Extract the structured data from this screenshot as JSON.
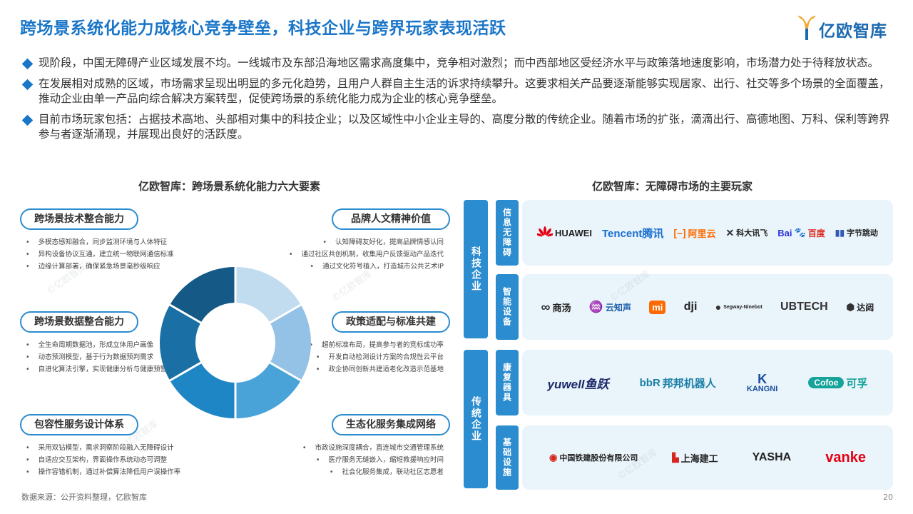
{
  "title": "跨场景系统化能力成核心竞争壁垒，科技企业与跨界玩家表现活跃",
  "logo": {
    "text": "亿欧智库"
  },
  "bullets": [
    "现阶段，中国无障碍产业区域发展不均。一线城市及东部沿海地区需求高度集中，竞争相对激烈；而中西部地区受经济水平与政策落地速度影响，市场潜力处于待释放状态。",
    "在发展相对成熟的区域，市场需求呈现出明显的多元化趋势，且用户人群自主生活的诉求持续攀升。这要求相关产品要逐渐能够实现居家、出行、社交等多个场景的全面覆盖，推动企业由单一产品向综合解决方案转型，促使跨场景的系统化能力成为企业的核心竞争壁垒。",
    "目前市场玩家包括：占据技术高地、头部相对集中的科技企业；以及区域性中小企业主导的、高度分散的传统企业。随着市场的扩张，滴滴出行、高德地图、万科、保利等跨界参与者逐渐涌现，并展现出良好的活跃度。"
  ],
  "left_section": {
    "title": "亿欧智库：跨场景系统化能力六大要素",
    "elements": [
      {
        "name": "跨场景技术整合能力",
        "items": [
          "多模态感知融合，同步监测环境与人体特征",
          "异构设备协议互通，建立统一物联网通信标准",
          "边缘计算部署，确保紧急场景毫秒级响应"
        ]
      },
      {
        "name": "跨场景数据整合能力",
        "items": [
          "全生命周期数据池，形成立体用户画像",
          "动态预测模型，基于行为数据预判需求",
          "自进化算法引擎，实现健康分析与健康预警"
        ]
      },
      {
        "name": "包容性服务设计体系",
        "items": [
          "采用双钻模型，需求洞察阶段融入无障碍设计",
          "自适应交互架构，界面操作系统动态可调整",
          "操作容错机制，通过补偿算法降低用户误操作率"
        ]
      },
      {
        "name": "品牌人文精神价值",
        "items": [
          "认知障碍友好化，提高品牌情感认同",
          "通过社区共创机制，收集用户反馈驱动产品迭代",
          "通过文化符号植入，打造城市公共艺术IP"
        ]
      },
      {
        "name": "政策适配与标准共建",
        "items": [
          "超前标准布局，提高参与者的竞标成功率",
          "开发自动检测设计方案的合规性云平台",
          "政企协同创新共建适老化改造示范基地"
        ]
      },
      {
        "name": "生态化服务集成网络",
        "items": [
          "市政设施深度耦合，直连城市交通管理系统",
          "医疗服务无缝嵌入，缩短救援响应时间",
          "社会化服务集成，联动社区志愿者"
        ]
      }
    ],
    "donut": {
      "segments": [
        1,
        1,
        1,
        1,
        1,
        1
      ],
      "colors": [
        "#c2dcef",
        "#94c2e6",
        "#4aa3d8",
        "#1f86c6",
        "#1a6fa5",
        "#155a87"
      ]
    }
  },
  "right_section": {
    "title": "亿欧智库：无障碍市场的主要玩家",
    "categories": [
      {
        "name": "科技企业",
        "subs": [
          {
            "name": "信息无障碍",
            "brands": [
              {
                "icon": "huawei-logo-icon",
                "text": "HUAWEI",
                "color": "#222222"
              },
              {
                "icon": "tencent-logo-icon",
                "text": "Tencent腾讯",
                "color": "#1a6fd0"
              },
              {
                "icon": "alibaba-cloud-logo-icon",
                "text": "阿里云",
                "color": "#ff6a00"
              },
              {
                "icon": "iflytek-logo-icon",
                "text": "科大讯飞",
                "color": "#222222"
              },
              {
                "icon": "baidu-logo-icon",
                "text": "百度",
                "color": "#de2a1c"
              },
              {
                "icon": "bytedance-logo-icon",
                "text": "字节跳动",
                "color": "#222222"
              }
            ]
          },
          {
            "name": "智能设备",
            "brands": [
              {
                "icon": "sensetime-logo-icon",
                "text": "商汤",
                "color": "#222222"
              },
              {
                "icon": "unisound-logo-icon",
                "text": "云知声",
                "color": "#1a5ea8"
              },
              {
                "icon": "xiaomi-logo-icon",
                "text": "mi",
                "color": "#ff6900"
              },
              {
                "icon": "dji-logo-icon",
                "text": "dji",
                "color": "#222222"
              },
              {
                "icon": "segway-logo-icon",
                "text": "Segway-Ninebot",
                "color": "#222222"
              },
              {
                "icon": "ubtech-logo-icon",
                "text": "UBTECH",
                "color": "#333333"
              },
              {
                "icon": "dayue-logo-icon",
                "text": "达闼",
                "color": "#222222"
              }
            ]
          }
        ]
      },
      {
        "name": "传统企业",
        "subs": [
          {
            "name": "康复器具",
            "brands": [
              {
                "icon": "yuwell-logo-icon",
                "text": "yuwell鱼跃",
                "color": "#1d2a6b"
              },
              {
                "icon": "bangbang-logo-icon",
                "text": "邦邦机器人",
                "color": "#1a7fa6"
              },
              {
                "icon": "kangni-logo-icon",
                "text": "KANGNI",
                "color": "#1a4fa0"
              },
              {
                "icon": "cofoe-logo-icon",
                "text": "可孚",
                "color": "#15a39a"
              }
            ]
          },
          {
            "name": "基础设施",
            "brands": [
              {
                "icon": "crcc-logo-icon",
                "text": "中国铁建股份有限公司",
                "color": "#222222"
              },
              {
                "icon": "sceg-logo-icon",
                "text": "上海建工",
                "color": "#222222"
              },
              {
                "icon": "yasha-logo-icon",
                "text": "YASHA",
                "color": "#222222"
              },
              {
                "icon": "vanke-logo-icon",
                "text": "vanke",
                "color": "#e60012"
              }
            ]
          }
        ]
      }
    ]
  },
  "source": "数据来源：公开资料整理，亿欧智库",
  "page_number": "20"
}
